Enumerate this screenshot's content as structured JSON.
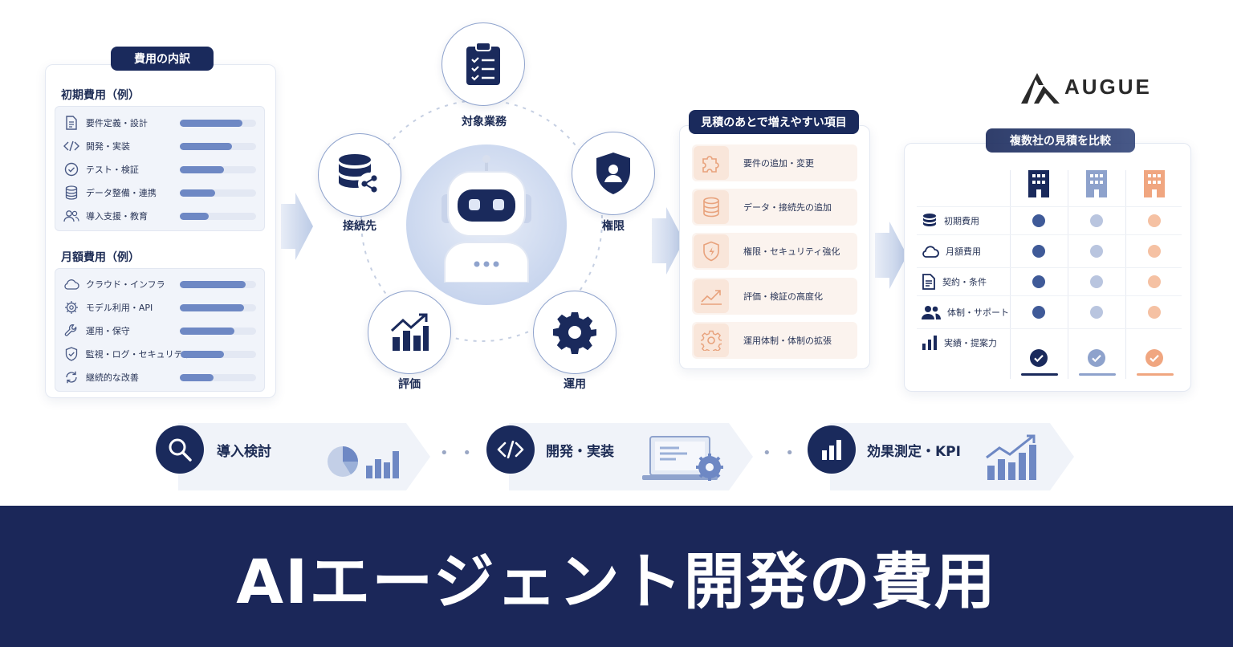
{
  "cost_breakdown": {
    "title": "費用の内訳",
    "initial": {
      "heading": "初期費用（例）",
      "items": [
        {
          "label": "要件定義・設計",
          "icon": "document-icon",
          "level": 0.82
        },
        {
          "label": "開発・実装",
          "icon": "code-icon",
          "level": 0.68
        },
        {
          "label": "テスト・検証",
          "icon": "check-circle-icon",
          "level": 0.58
        },
        {
          "label": "データ整備・連携",
          "icon": "database-icon",
          "level": 0.46
        },
        {
          "label": "導入支援・教育",
          "icon": "users-icon",
          "level": 0.38
        }
      ]
    },
    "monthly": {
      "heading": "月額費用（例）",
      "items": [
        {
          "label": "クラウド・インフラ",
          "icon": "cloud-icon",
          "level": 0.86
        },
        {
          "label": "モデル利用・API",
          "icon": "chip-icon",
          "level": 0.84
        },
        {
          "label": "運用・保守",
          "icon": "wrench-icon",
          "level": 0.72
        },
        {
          "label": "監視・ログ・セキュリティ",
          "icon": "shield-icon",
          "level": 0.58
        },
        {
          "label": "継続的な改善",
          "icon": "refresh-icon",
          "level": 0.44
        }
      ]
    }
  },
  "agent_cycle": {
    "center_icon": "robot-icon",
    "nodes": [
      {
        "label": "対象業務",
        "icon": "clipboard-icon"
      },
      {
        "label": "接続先",
        "icon": "database-share-icon"
      },
      {
        "label": "権限",
        "icon": "shield-user-icon"
      },
      {
        "label": "評価",
        "icon": "chart-up-icon"
      },
      {
        "label": "運用",
        "icon": "gear-icon"
      }
    ]
  },
  "extra_items": {
    "title": "見積のあとで増えやすい項目",
    "items": [
      {
        "label": "要件の追加・変更",
        "icon": "puzzle-icon"
      },
      {
        "label": "データ・接続先の追加",
        "icon": "database-icon"
      },
      {
        "label": "権限・セキュリティ強化",
        "icon": "shield-icon"
      },
      {
        "label": "評価・検証の高度化",
        "icon": "trend-icon"
      },
      {
        "label": "運用体制・体制の拡張",
        "icon": "gear-icon"
      }
    ]
  },
  "comparison": {
    "title": "複数社の見積を比較",
    "vendor_colors": [
      "#1a2a5c",
      "#8ea2cc",
      "#f0a680"
    ],
    "rows": [
      {
        "label": "初期費用",
        "icon": "coins-icon"
      },
      {
        "label": "月額費用",
        "icon": "cloud-icon"
      },
      {
        "label": "契約・条件",
        "icon": "document-icon"
      },
      {
        "label": "体制・サポート",
        "icon": "users-icon"
      },
      {
        "label": "実績・提案力",
        "icon": "bar-chart-icon"
      }
    ]
  },
  "steps": [
    {
      "label": "導入検討",
      "icon": "search-icon"
    },
    {
      "label": "開発・実装",
      "icon": "code-icon"
    },
    {
      "label": "効果測定・KPI",
      "icon": "bar-chart-icon"
    }
  ],
  "brand": {
    "name": "AUGUE"
  },
  "banner": {
    "title": "AIエージェント開発の費用"
  }
}
